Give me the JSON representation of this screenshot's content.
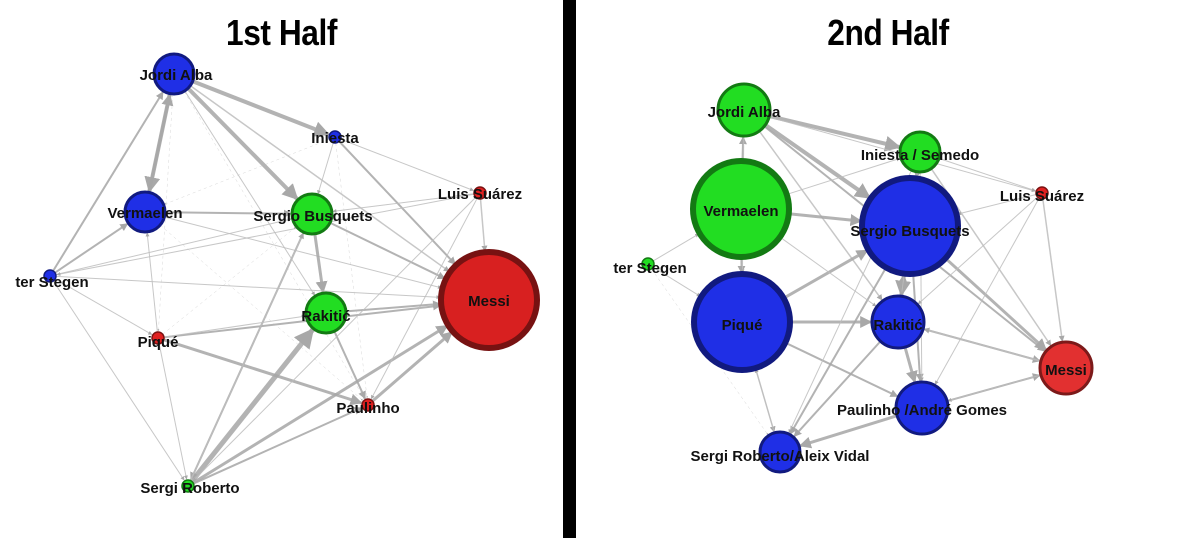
{
  "panels": [
    {
      "id": "first-half",
      "title": "1st Half",
      "nodes": [
        {
          "id": "jordi-alba",
          "label": "Jordi Alba",
          "color": "#1f2fe6",
          "size": "small"
        },
        {
          "id": "iniesta",
          "label": "Iniesta",
          "color": "#1f2fe6",
          "size": "tiny"
        },
        {
          "id": "luis-suarez",
          "label": "Luis Suárez",
          "color": "#e02020",
          "size": "tiny"
        },
        {
          "id": "vermaelen",
          "label": "Vermaelen",
          "color": "#1f2fe6",
          "size": "small"
        },
        {
          "id": "sergio-busquets",
          "label": "Sergio Busquets",
          "color": "#22dd22",
          "size": "small"
        },
        {
          "id": "messi",
          "label": "Messi",
          "color": "#d82020",
          "size": "large"
        },
        {
          "id": "ter-stegen",
          "label": "ter Stegen",
          "color": "#1f2fe6",
          "size": "tiny"
        },
        {
          "id": "rakitic",
          "label": "Rakitić",
          "color": "#22dd22",
          "size": "small"
        },
        {
          "id": "pique",
          "label": "Piqué",
          "color": "#e02020",
          "size": "tiny"
        },
        {
          "id": "paulinho",
          "label": "Paulinho",
          "color": "#e02020",
          "size": "tiny"
        },
        {
          "id": "sergi-roberto",
          "label": "Sergi Roberto",
          "color": "#22dd22",
          "size": "tiny"
        }
      ]
    },
    {
      "id": "second-half",
      "title": "2nd Half",
      "nodes": [
        {
          "id": "jordi-alba",
          "label": "Jordi Alba",
          "color": "#22dd22",
          "size": "medium"
        },
        {
          "id": "iniesta-semedo",
          "label": "Iniesta / Semedo",
          "color": "#22dd22",
          "size": "small"
        },
        {
          "id": "luis-suarez",
          "label": "Luis Suárez",
          "color": "#e02020",
          "size": "tiny"
        },
        {
          "id": "vermaelen",
          "label": "Vermaelen",
          "color": "#22dd22",
          "size": "large"
        },
        {
          "id": "sergio-busquets",
          "label": "Sergio Busquets",
          "color": "#1f2fe6",
          "size": "large"
        },
        {
          "id": "ter-stegen",
          "label": "ter Stegen",
          "color": "#22dd22",
          "size": "tiny"
        },
        {
          "id": "pique",
          "label": "Piqué",
          "color": "#1f2fe6",
          "size": "large"
        },
        {
          "id": "rakitic",
          "label": "Rakitić",
          "color": "#1f2fe6",
          "size": "medium"
        },
        {
          "id": "messi",
          "label": "Messi",
          "color": "#e23030",
          "size": "medium"
        },
        {
          "id": "paulinho-andre-gomes",
          "label": "Paulinho /André Gomes",
          "color": "#1f2fe6",
          "size": "medium"
        },
        {
          "id": "sergi-roberto-aleix-vidal",
          "label": "Sergi Roberto/Aleix Vidal",
          "color": "#1f2fe6",
          "size": "small"
        }
      ]
    }
  ]
}
